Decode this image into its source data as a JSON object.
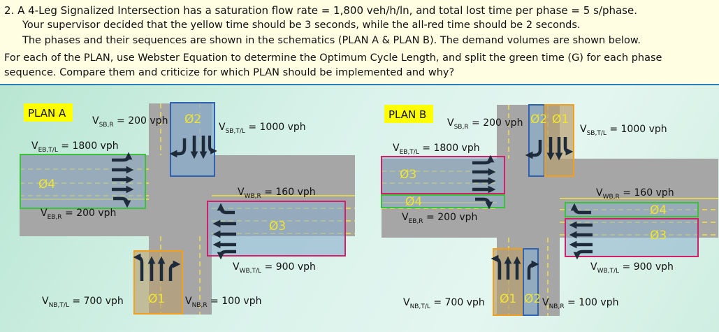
{
  "problem": {
    "line1": "2.  A 4-Leg Signalized Intersection has a saturation flow rate = 1,800 veh/h/ln, and total lost time per phase = 5 s/phase.",
    "line2": "Your supervisor decided that the yellow time should be 3 seconds, while the all-red time should be 2 seconds.",
    "line3": "The phases and their sequences are shown in the schematics (PLAN A & PLAN B). The demand volumes are shown below.",
    "line4": "For each of the PLAN, use Webster Equation to determine the Optimum Cycle Length, and split the green time (G) for each phase",
    "line5": "sequence. Compare them and criticize for which PLAN should be implemented and why?"
  },
  "plan_a": {
    "title": "PLAN A",
    "v_sbr": {
      "v": "V",
      "sub": "SB,R",
      "val": " = 200 vph"
    },
    "v_sbtl": {
      "v": "V",
      "sub": "SB,T/L",
      "val": " = 1000 vph"
    },
    "v_ebtl": {
      "v": "V",
      "sub": "EB,T/L",
      "val": " = 1800 vph"
    },
    "v_ebr": {
      "v": "V",
      "sub": "EB,R",
      "val": " = 200 vph"
    },
    "v_wbr": {
      "v": "V",
      "sub": "WB,R",
      "val": " = 160 vph"
    },
    "v_wbtl": {
      "v": "V",
      "sub": "WB,T/L",
      "val": " = 900 vph"
    },
    "v_nbtl": {
      "v": "V",
      "sub": "NB,T/L",
      "val": "  = 700 vph"
    },
    "v_nbr": {
      "v": "V",
      "sub": "NB,R",
      "val": "  = 100 vph"
    },
    "phase_sb": "Ø2",
    "phase_eb": "Ø4",
    "phase_wb": "Ø3",
    "phase_nb": "Ø1"
  },
  "plan_b": {
    "title": "PLAN B",
    "v_sbr": {
      "v": "V",
      "sub": "SB,R",
      "val": " = 200 vph"
    },
    "v_sbtl": {
      "v": "V",
      "sub": "SB,T/L",
      "val": " = 1000 vph"
    },
    "v_ebtl": {
      "v": "V",
      "sub": "EB,T/L",
      "val": " = 1800 vph"
    },
    "v_ebr": {
      "v": "V",
      "sub": "EB,R",
      "val": " = 200 vph"
    },
    "v_wbr": {
      "v": "V",
      "sub": "WB,R",
      "val": " = 160 vph"
    },
    "v_wbtl": {
      "v": "V",
      "sub": "WB,T/L",
      "val": " = 900 vph"
    },
    "v_nbtl": {
      "v": "V",
      "sub": "NB,T/L",
      "val": "  = 700 vph"
    },
    "v_nbr": {
      "v": "V",
      "sub": "NB,R",
      "val": " = 100 vph"
    },
    "phase_sb_r": "Ø2",
    "phase_sb_tl": "Ø1",
    "phase_eb_tl": "Ø3",
    "phase_eb_r": "Ø4",
    "phase_wb_r": "Ø4",
    "phase_wb_tl": "Ø3",
    "phase_nb_tl": "Ø1",
    "phase_nb_r": "Ø2"
  },
  "colors": {
    "road": "#a6a6a6",
    "lane_line": "#f4e44a",
    "arrow": "#1e2b3a",
    "box_blue": "#2f62b0",
    "box_green": "#3ac23a",
    "box_magenta": "#d0206a",
    "box_orange": "#f0a020",
    "title_bg": "#ffff00"
  }
}
